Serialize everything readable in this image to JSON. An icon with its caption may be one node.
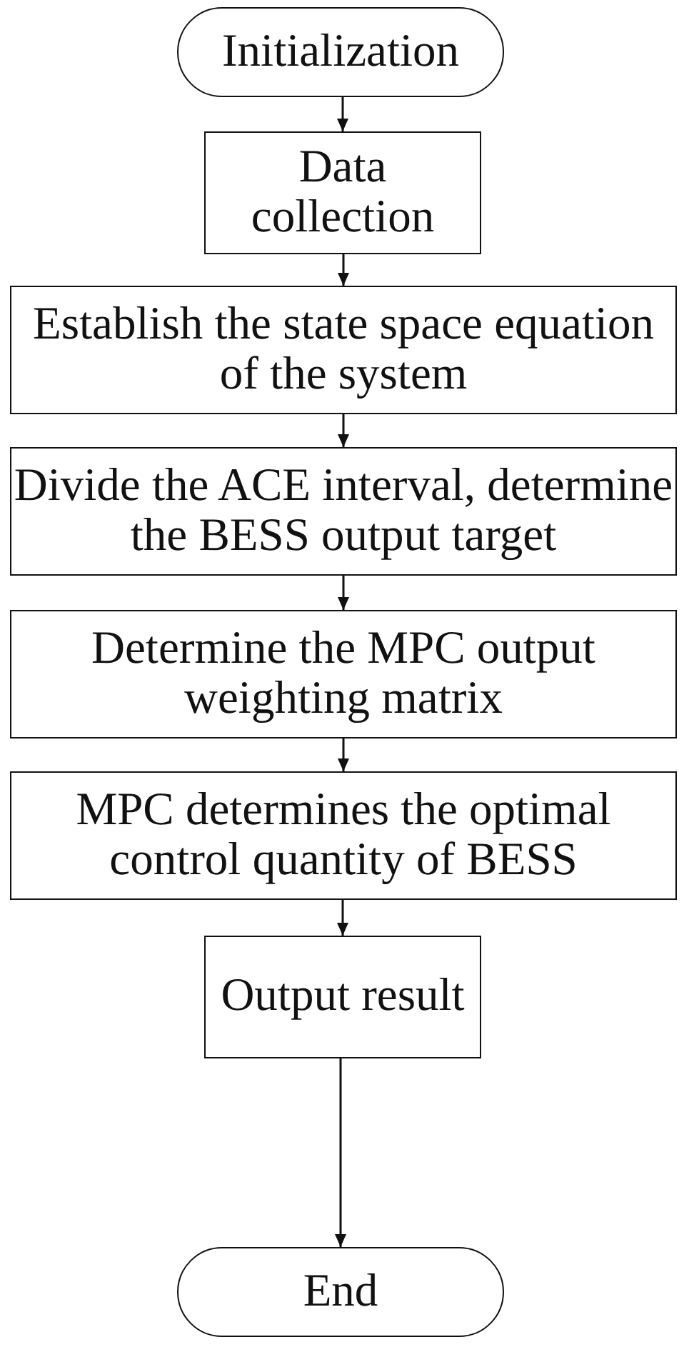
{
  "diagram": {
    "nodes": [
      {
        "text": [
          "Initialization"
        ]
      },
      {
        "text": [
          "Data collection"
        ]
      },
      {
        "text": [
          "Establish the state space equation of the system"
        ]
      },
      {
        "text": [
          "Divide the ACE interval, determine the BESS output target"
        ]
      },
      {
        "text": [
          "Determine the MPC output weighting matrix"
        ]
      },
      {
        "text": [
          "MPC determines the optimal control quantity of BESS"
        ]
      },
      {
        "text": [
          "Output result"
        ]
      },
      {
        "text": [
          "End"
        ]
      }
    ],
    "edges": [
      {
        "from": 0,
        "to": 1,
        "arrow": "to"
      },
      {
        "from": 1,
        "to": 2,
        "arrow": "to"
      },
      {
        "from": 2,
        "to": 3,
        "arrow": "to"
      },
      {
        "from": 3,
        "to": 4,
        "arrow": "to"
      },
      {
        "from": 4,
        "to": 5,
        "arrow": "to"
      },
      {
        "from": 5,
        "to": 6,
        "arrow": "to"
      },
      {
        "from": 6,
        "to": 7,
        "arrow": "to"
      }
    ]
  }
}
